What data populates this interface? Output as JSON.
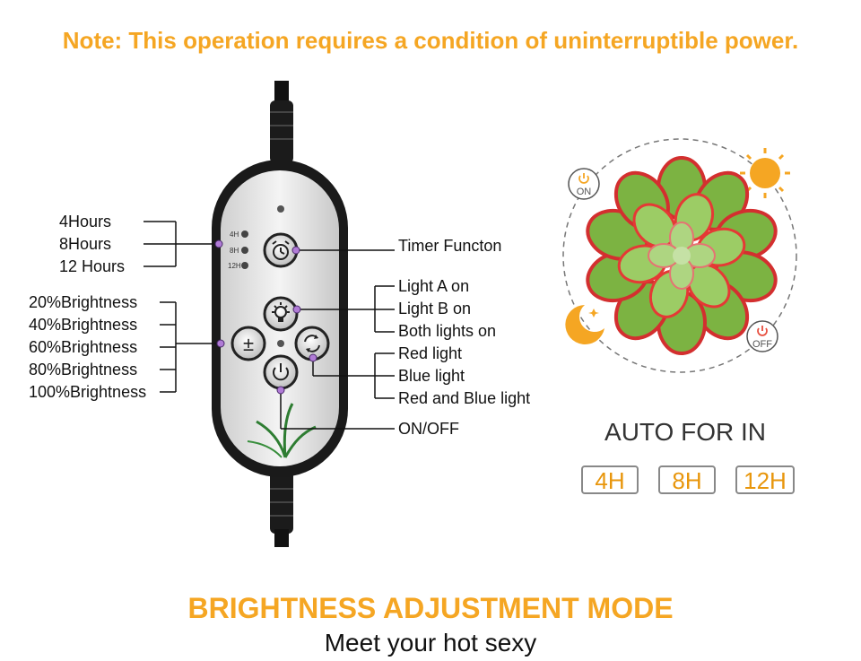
{
  "note": "Note: This operation requires a condition of uninterruptible power.",
  "timer_labels": [
    "4Hours",
    "8Hours",
    "12 Hours"
  ],
  "brightness_labels": [
    "20%Brightness",
    "40%Brightness",
    "60%Brightness",
    "80%Brightness",
    "100%Brightness"
  ],
  "light_labels": [
    "Light A on",
    "Light B on",
    "Both lights on"
  ],
  "color_labels": [
    "Red light",
    "Blue light",
    "Red and Blue light"
  ],
  "timer_function": "Timer Functon",
  "onoff": "ON/OFF",
  "controller_indicators": [
    "4H",
    "8H",
    "12H"
  ],
  "cycle_badges": {
    "on": "ON",
    "off": "OFF"
  },
  "auto_title": "AUTO FOR IN",
  "auto_hours": [
    "4H",
    "8H",
    "12H"
  ],
  "mode_title": "BRIGHTNESS ADJUSTMENT MODE",
  "tagline": "Meet your hot sexy",
  "colors": {
    "accent": "#f5a623",
    "hour_text": "#e8960c",
    "connector": "#b07bd6"
  },
  "icons": [
    "timer-button-icon",
    "light-button-icon",
    "brightness-button-icon",
    "color-cycle-button-icon",
    "power-button-icon",
    "sun-icon",
    "moon-icon",
    "power-on-icon",
    "power-off-icon",
    "succulent-plant-image"
  ]
}
